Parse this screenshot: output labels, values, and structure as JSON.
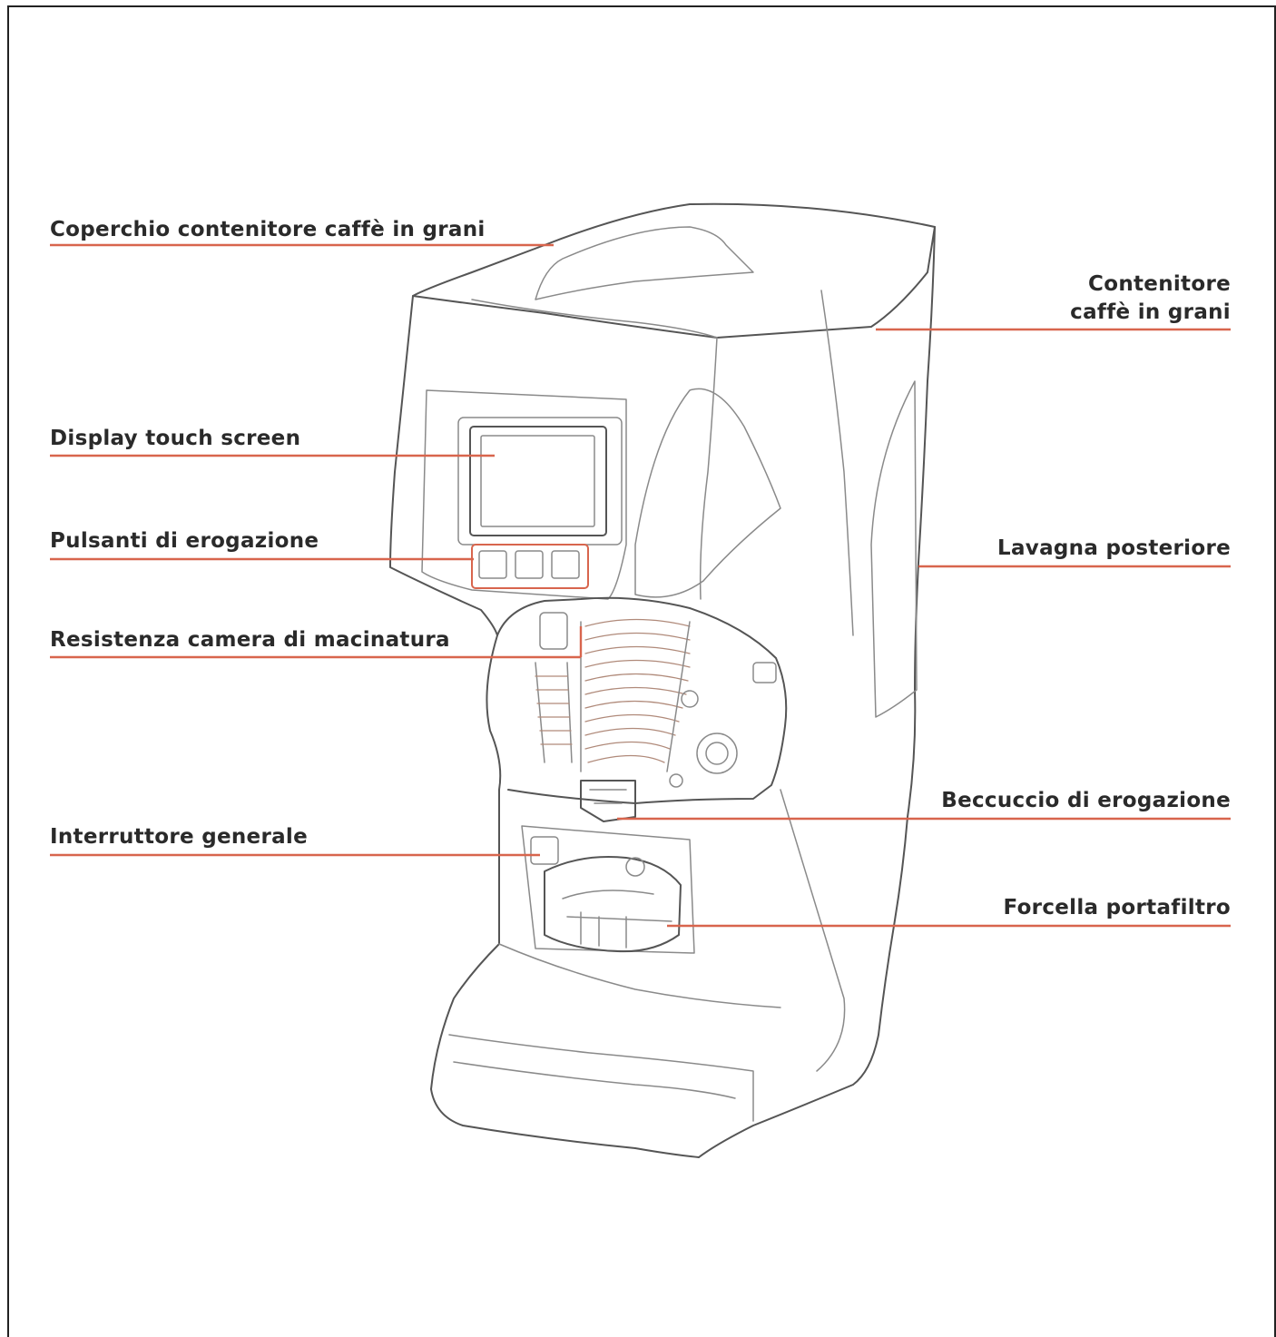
{
  "labels": {
    "coperchio": "Coperchio contenitore caffè in grani",
    "contenitore_line1": "Contenitore",
    "contenitore_line2": "caffè in grani",
    "display": "Display touch screen",
    "pulsanti": "Pulsanti di erogazione",
    "lavagna": "Lavagna posteriore",
    "resistenza": "Resistenza camera di macinatura",
    "beccuccio": "Beccuccio di erogazione",
    "interruttore": "Interruttore generale",
    "forcella": "Forcella portafiltro"
  },
  "colors": {
    "leader_line": "#d8654d",
    "label_text": "#2a2a2a",
    "outline": "#555555"
  }
}
